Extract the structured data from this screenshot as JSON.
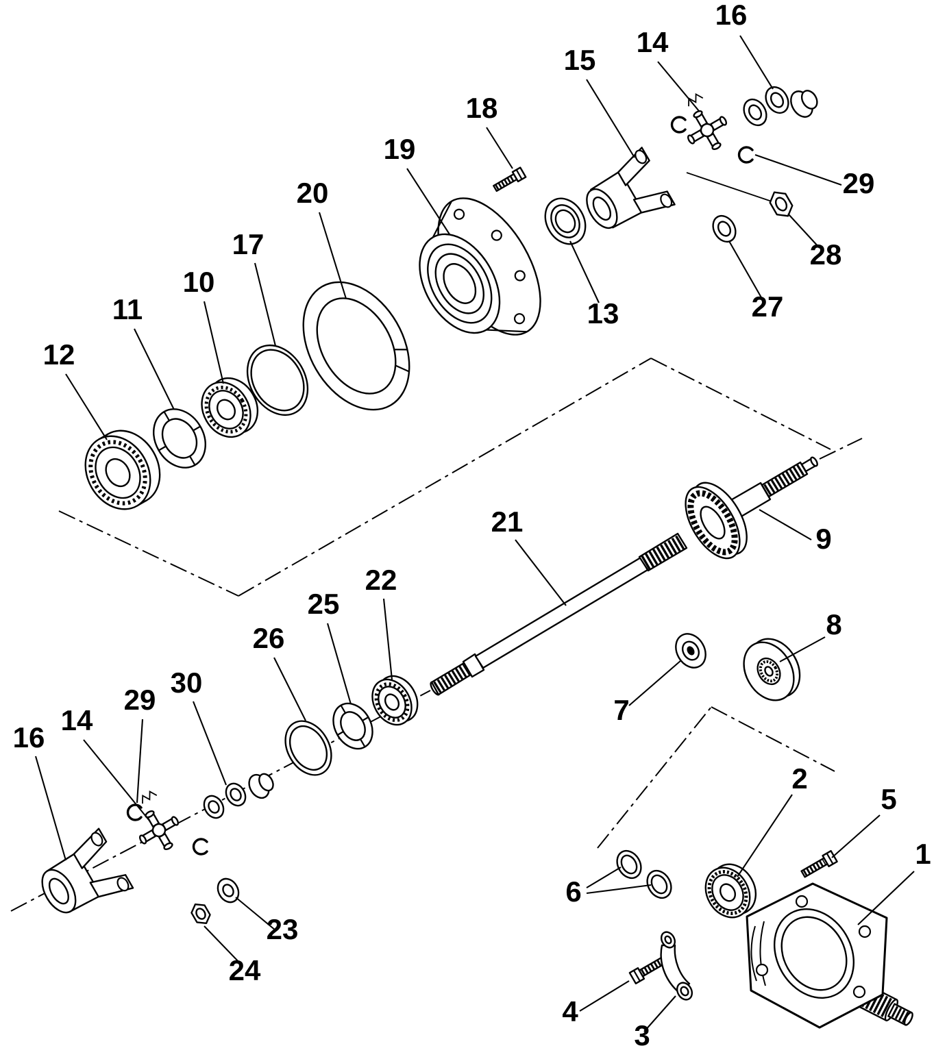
{
  "figure": {
    "type": "exploded-parts-diagram",
    "description": "Exploded view line drawing of a drive shaft / final drive assembly with numbered callouts"
  },
  "colors": {
    "ink": "#000000",
    "paper": "#ffffff"
  },
  "callouts": [
    {
      "label": "16"
    },
    {
      "label": "14"
    },
    {
      "label": "15"
    },
    {
      "label": "18"
    },
    {
      "label": "19"
    },
    {
      "label": "20"
    },
    {
      "label": "17"
    },
    {
      "label": "10"
    },
    {
      "label": "11"
    },
    {
      "label": "12"
    },
    {
      "label": "29"
    },
    {
      "label": "28"
    },
    {
      "label": "27"
    },
    {
      "label": "13"
    },
    {
      "label": "9"
    },
    {
      "label": "21"
    },
    {
      "label": "22"
    },
    {
      "label": "25"
    },
    {
      "label": "26"
    },
    {
      "label": "30"
    },
    {
      "label": "29"
    },
    {
      "label": "14"
    },
    {
      "label": "16"
    },
    {
      "label": "7"
    },
    {
      "label": "8"
    },
    {
      "label": "2"
    },
    {
      "label": "5"
    },
    {
      "label": "1"
    },
    {
      "label": "6"
    },
    {
      "label": "23"
    },
    {
      "label": "24"
    },
    {
      "label": "4"
    },
    {
      "label": "3"
    }
  ]
}
